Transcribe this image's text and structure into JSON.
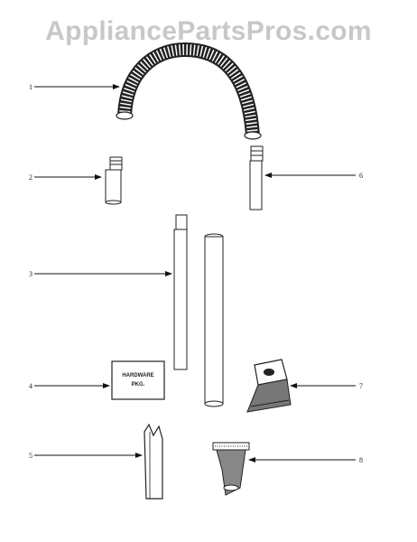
{
  "watermark": "AppliancePartsPros.com",
  "parts": [
    {
      "id": "part-1",
      "number": "1"
    },
    {
      "id": "part-2",
      "number": "2"
    },
    {
      "id": "part-3",
      "number": "3"
    },
    {
      "id": "part-4",
      "number": "4"
    },
    {
      "id": "part-5",
      "number": "5"
    },
    {
      "id": "part-6",
      "number": "6"
    },
    {
      "id": "part-7",
      "number": "7"
    },
    {
      "id": "part-8",
      "number": "8"
    }
  ],
  "hardware_box": {
    "line1": "HARDWARE",
    "line2": "PKG."
  }
}
